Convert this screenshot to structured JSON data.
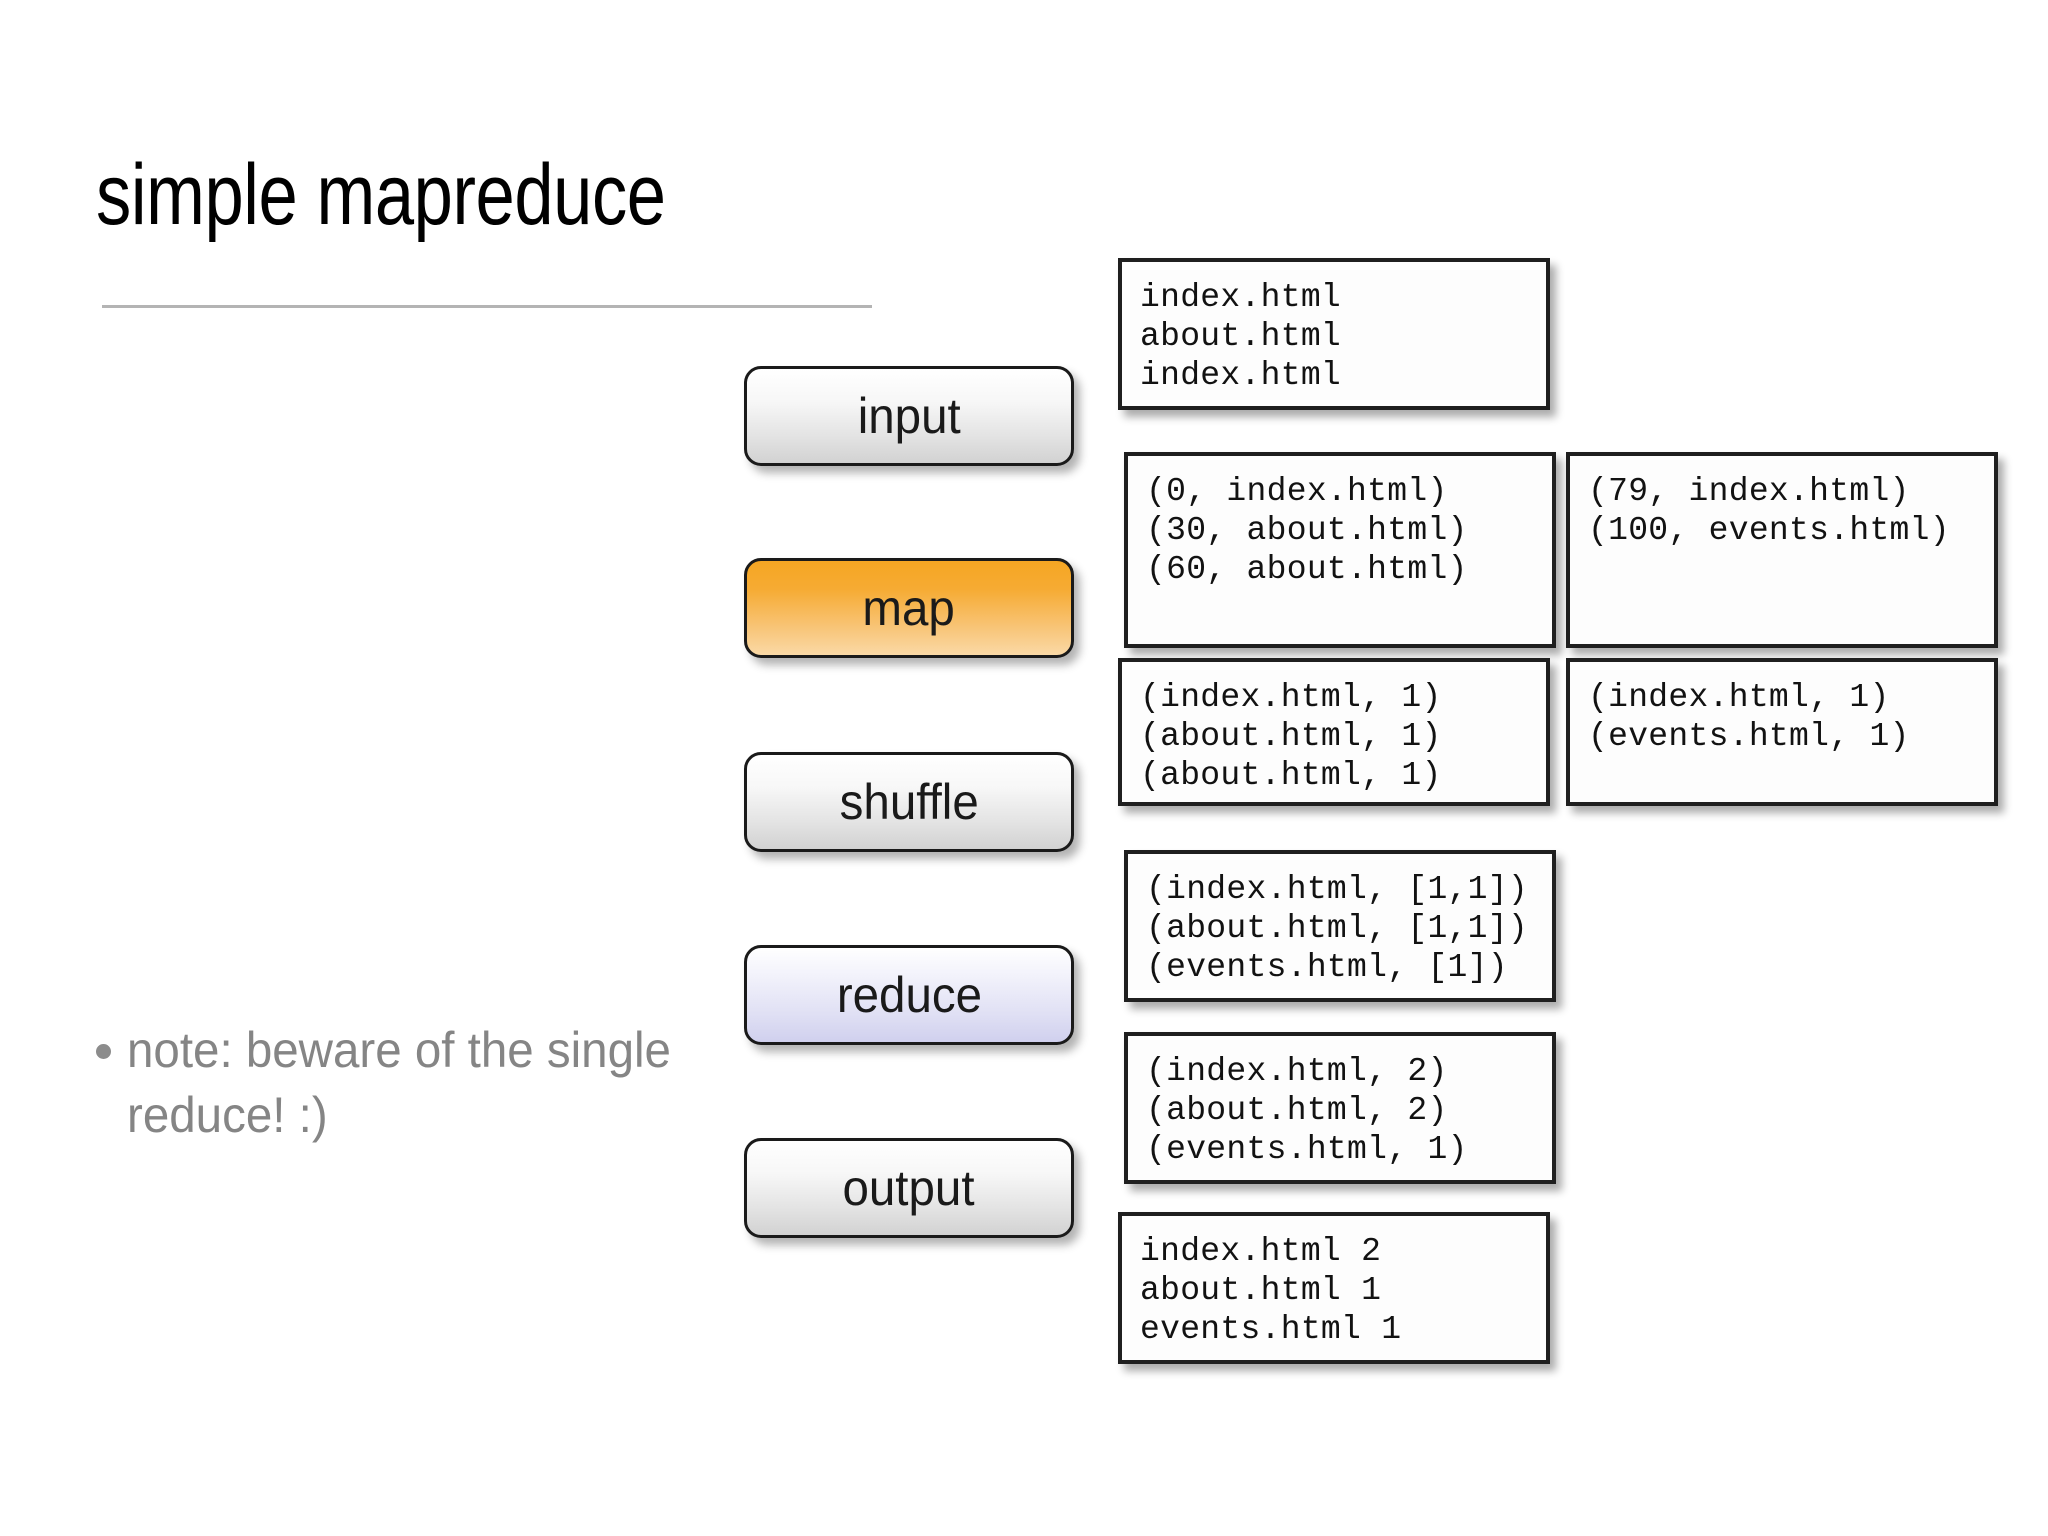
{
  "slide": {
    "title": "simple mapreduce",
    "note_bullet": "note: beware of the single reduce! :)",
    "colors": {
      "map_accent": "#f5a623",
      "reduce_accent": "#d0d0ee",
      "stage_grey": "#e3e3e3",
      "note_text": "#858585",
      "rule": "#b4b4b4",
      "box_border": "#1f1f1f"
    }
  },
  "stages": [
    {
      "id": "input",
      "label": "input",
      "style": "grey"
    },
    {
      "id": "map",
      "label": "map",
      "style": "orange"
    },
    {
      "id": "shuffle",
      "label": "shuffle",
      "style": "grey"
    },
    {
      "id": "reduce",
      "label": "reduce",
      "style": "lavender"
    },
    {
      "id": "output",
      "label": "output",
      "style": "grey"
    }
  ],
  "boxes": {
    "input": {
      "lines": [
        "index.html",
        "about.html",
        "index.html"
      ]
    },
    "map_input_a": {
      "lines": [
        "(0, index.html)",
        "(30, about.html)",
        "(60, about.html)"
      ]
    },
    "map_input_b": {
      "lines": [
        "(79, index.html)",
        "(100, events.html)"
      ]
    },
    "map_output_a": {
      "lines": [
        "(index.html, 1)",
        "(about.html, 1)",
        "(about.html, 1)"
      ]
    },
    "map_output_b": {
      "lines": [
        "(index.html, 1)",
        "(events.html, 1)"
      ]
    },
    "shuffle_output": {
      "lines": [
        "(index.html, [1,1])",
        "(about.html, [1,1])",
        "(events.html, [1])"
      ]
    },
    "reduce_output": {
      "lines": [
        "(index.html, 2)",
        "(about.html, 2)",
        "(events.html, 1)"
      ]
    },
    "final_output": {
      "lines": [
        "index.html 2",
        "about.html 1",
        "events.html 1"
      ]
    }
  }
}
